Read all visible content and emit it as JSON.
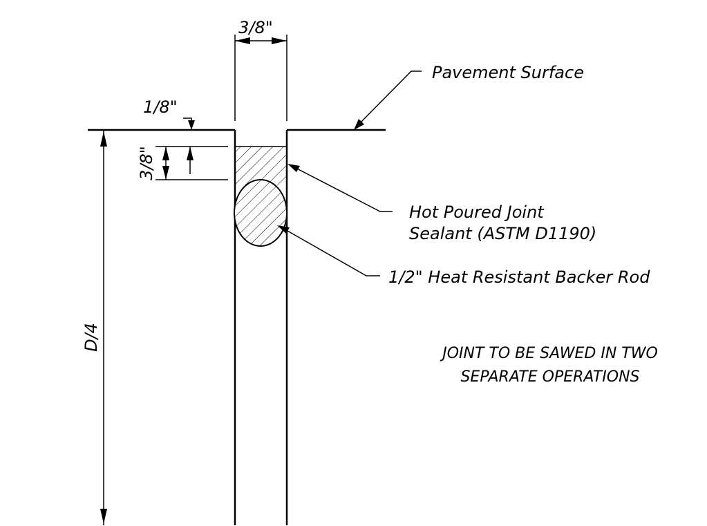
{
  "labels": {
    "top_width": "3/8\"",
    "pavement_surface": "Pavement Surface",
    "recess": "1/8\"",
    "sealant_depth": "3/8\"",
    "sealant_line1": "Hot Poured Joint",
    "sealant_line2": "Sealant (ASTM D1190)",
    "backer_rod": "1/2\"  Heat Resistant Backer Rod",
    "depth": "D/4",
    "note_line1": "JOINT TO BE SAWED IN TWO",
    "note_line2": "SEPARATE OPERATIONS"
  }
}
